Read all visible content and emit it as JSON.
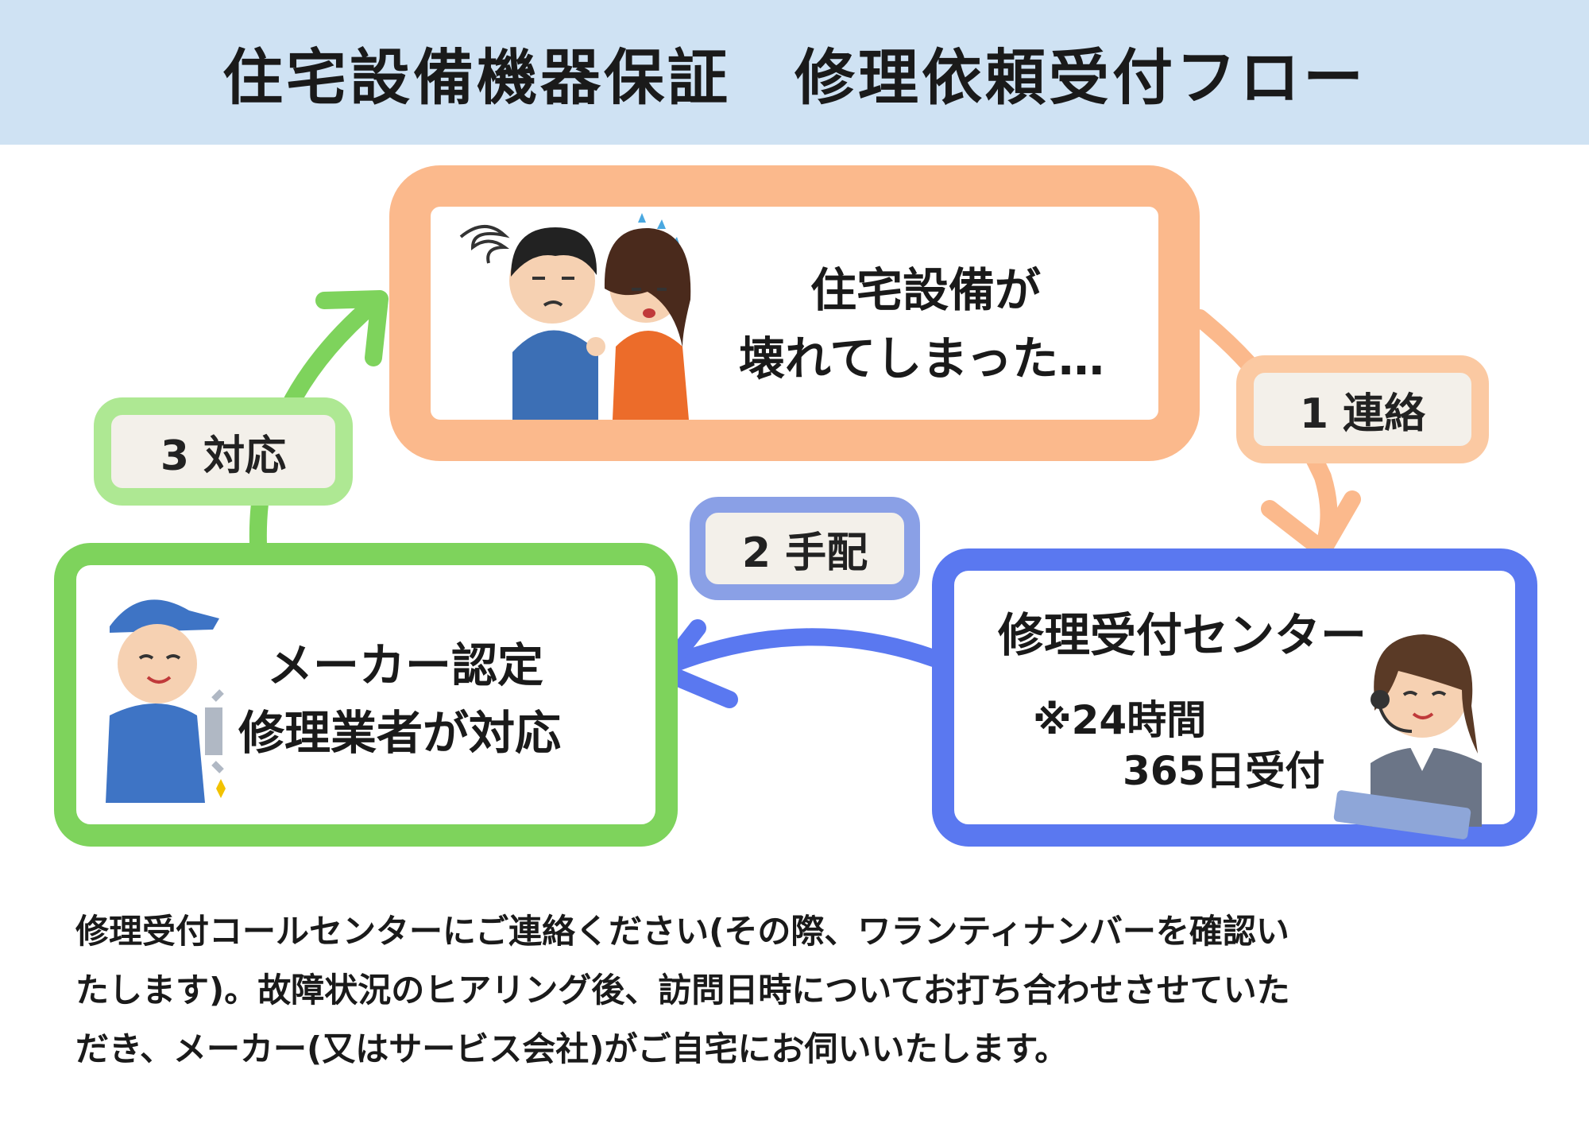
{
  "header": {
    "title": "住宅設備機器保証　修理依頼受付フロー"
  },
  "steps": {
    "broken": {
      "line1": "住宅設備が",
      "line2": "壊れてしまった…"
    },
    "center": {
      "line1": "修理受付センター",
      "line2": "※24時間",
      "line3": "365日受付"
    },
    "maker": {
      "line1": "メーカー認定",
      "line2": "修理業者が対応"
    }
  },
  "labels": {
    "step1": "1 連絡",
    "step2": "2 手配",
    "step3": "3 対応"
  },
  "icons": {
    "broken": "worried-couple-icon",
    "center": "operator-headset-icon",
    "maker": "repair-worker-icon"
  },
  "colors": {
    "header": "#cfe2f3",
    "orange": "#fbb98c",
    "blue": "#5a78f0",
    "green": "#7ed35c"
  },
  "footer": {
    "line1": "修理受付コールセンターにご連絡ください(その際、ワランティナンバーを確認い",
    "line2": "たします)。故障状況のヒアリング後、訪問日時についてお打ち合わせさせていた",
    "line3": "だき、メーカー(又はサービス会社)がご自宅にお伺いいたします。"
  }
}
